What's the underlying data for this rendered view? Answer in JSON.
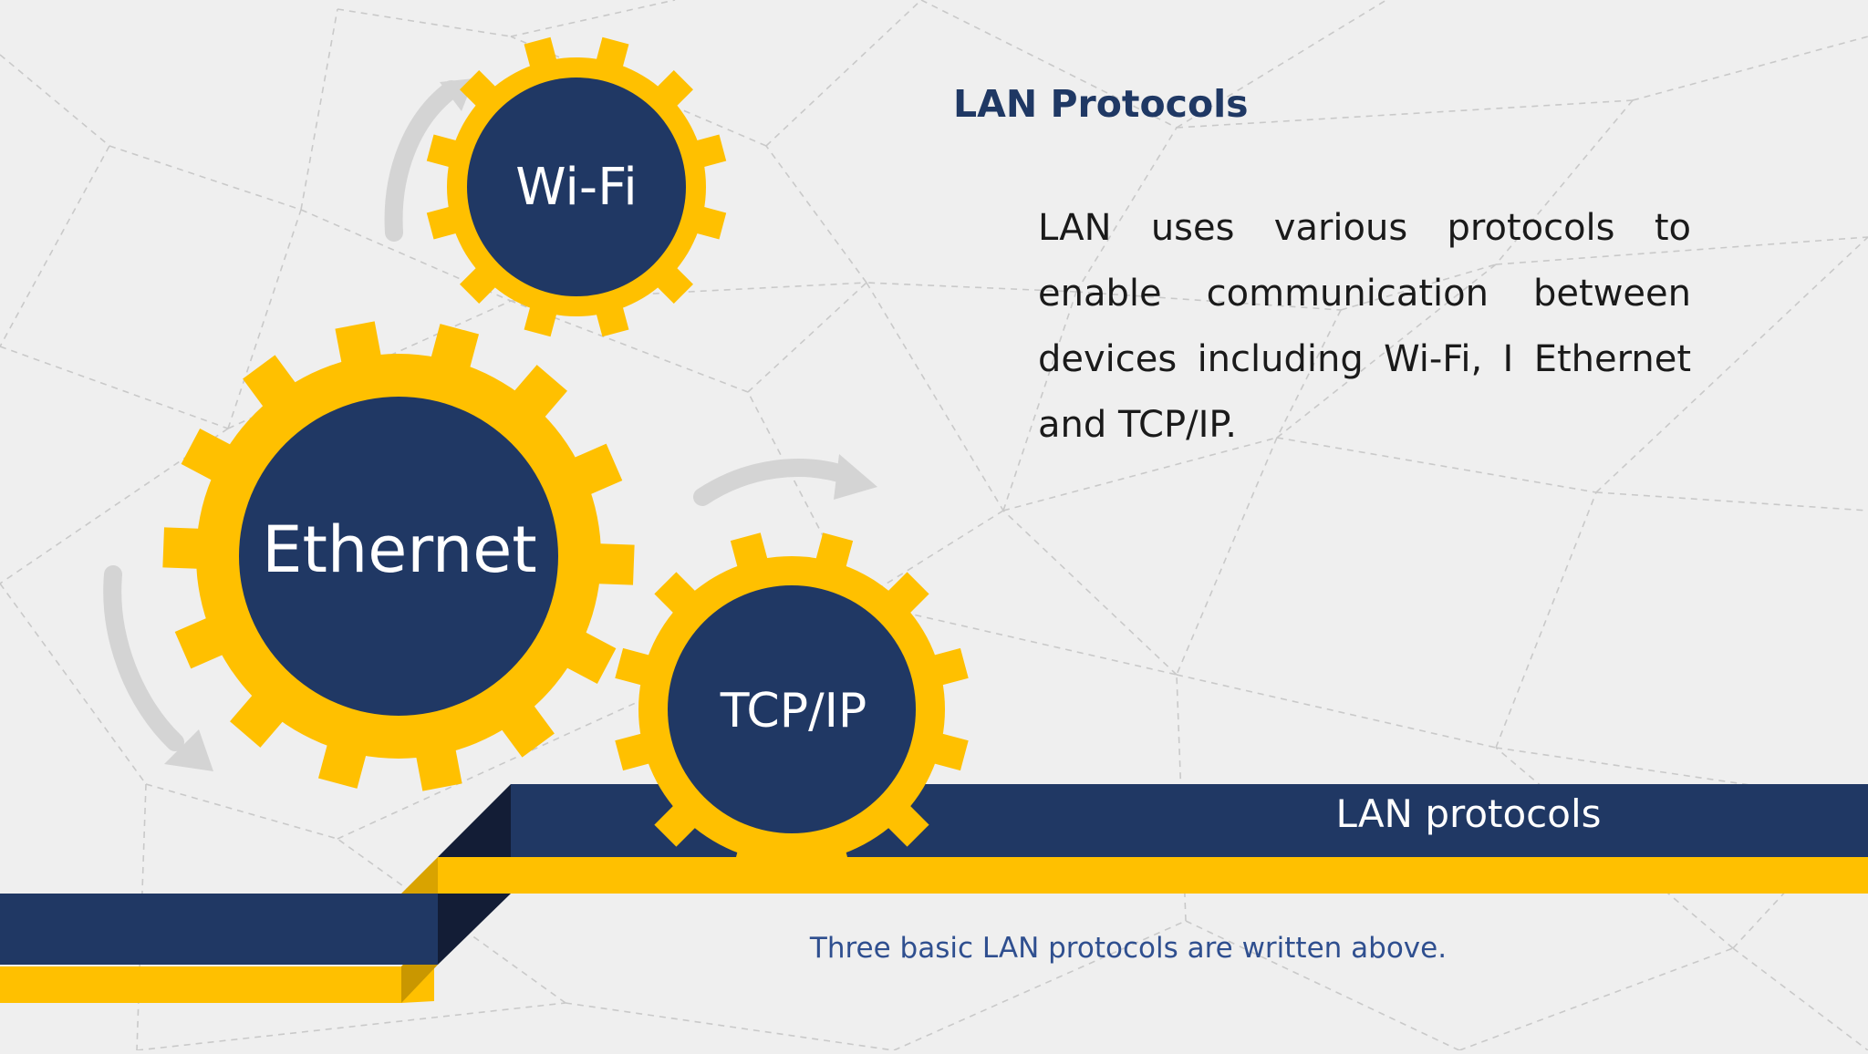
{
  "colors": {
    "background": "#efefef",
    "navy": "#203864",
    "gold": "#ffc000",
    "arrow_gray": "#d4d4d4",
    "title": "#1f3864",
    "caption": "#2f4f8f"
  },
  "gears": [
    {
      "label": "Wi-Fi"
    },
    {
      "label": "Ethernet"
    },
    {
      "label": "TCP/IP"
    }
  ],
  "title": "LAN Protocols",
  "body": "LAN uses various protocols to enable communication between devices including Wi-Fi, I Ethernet and TCP/IP.",
  "banner": "LAN protocols",
  "caption": "Three basic LAN protocols are written above."
}
